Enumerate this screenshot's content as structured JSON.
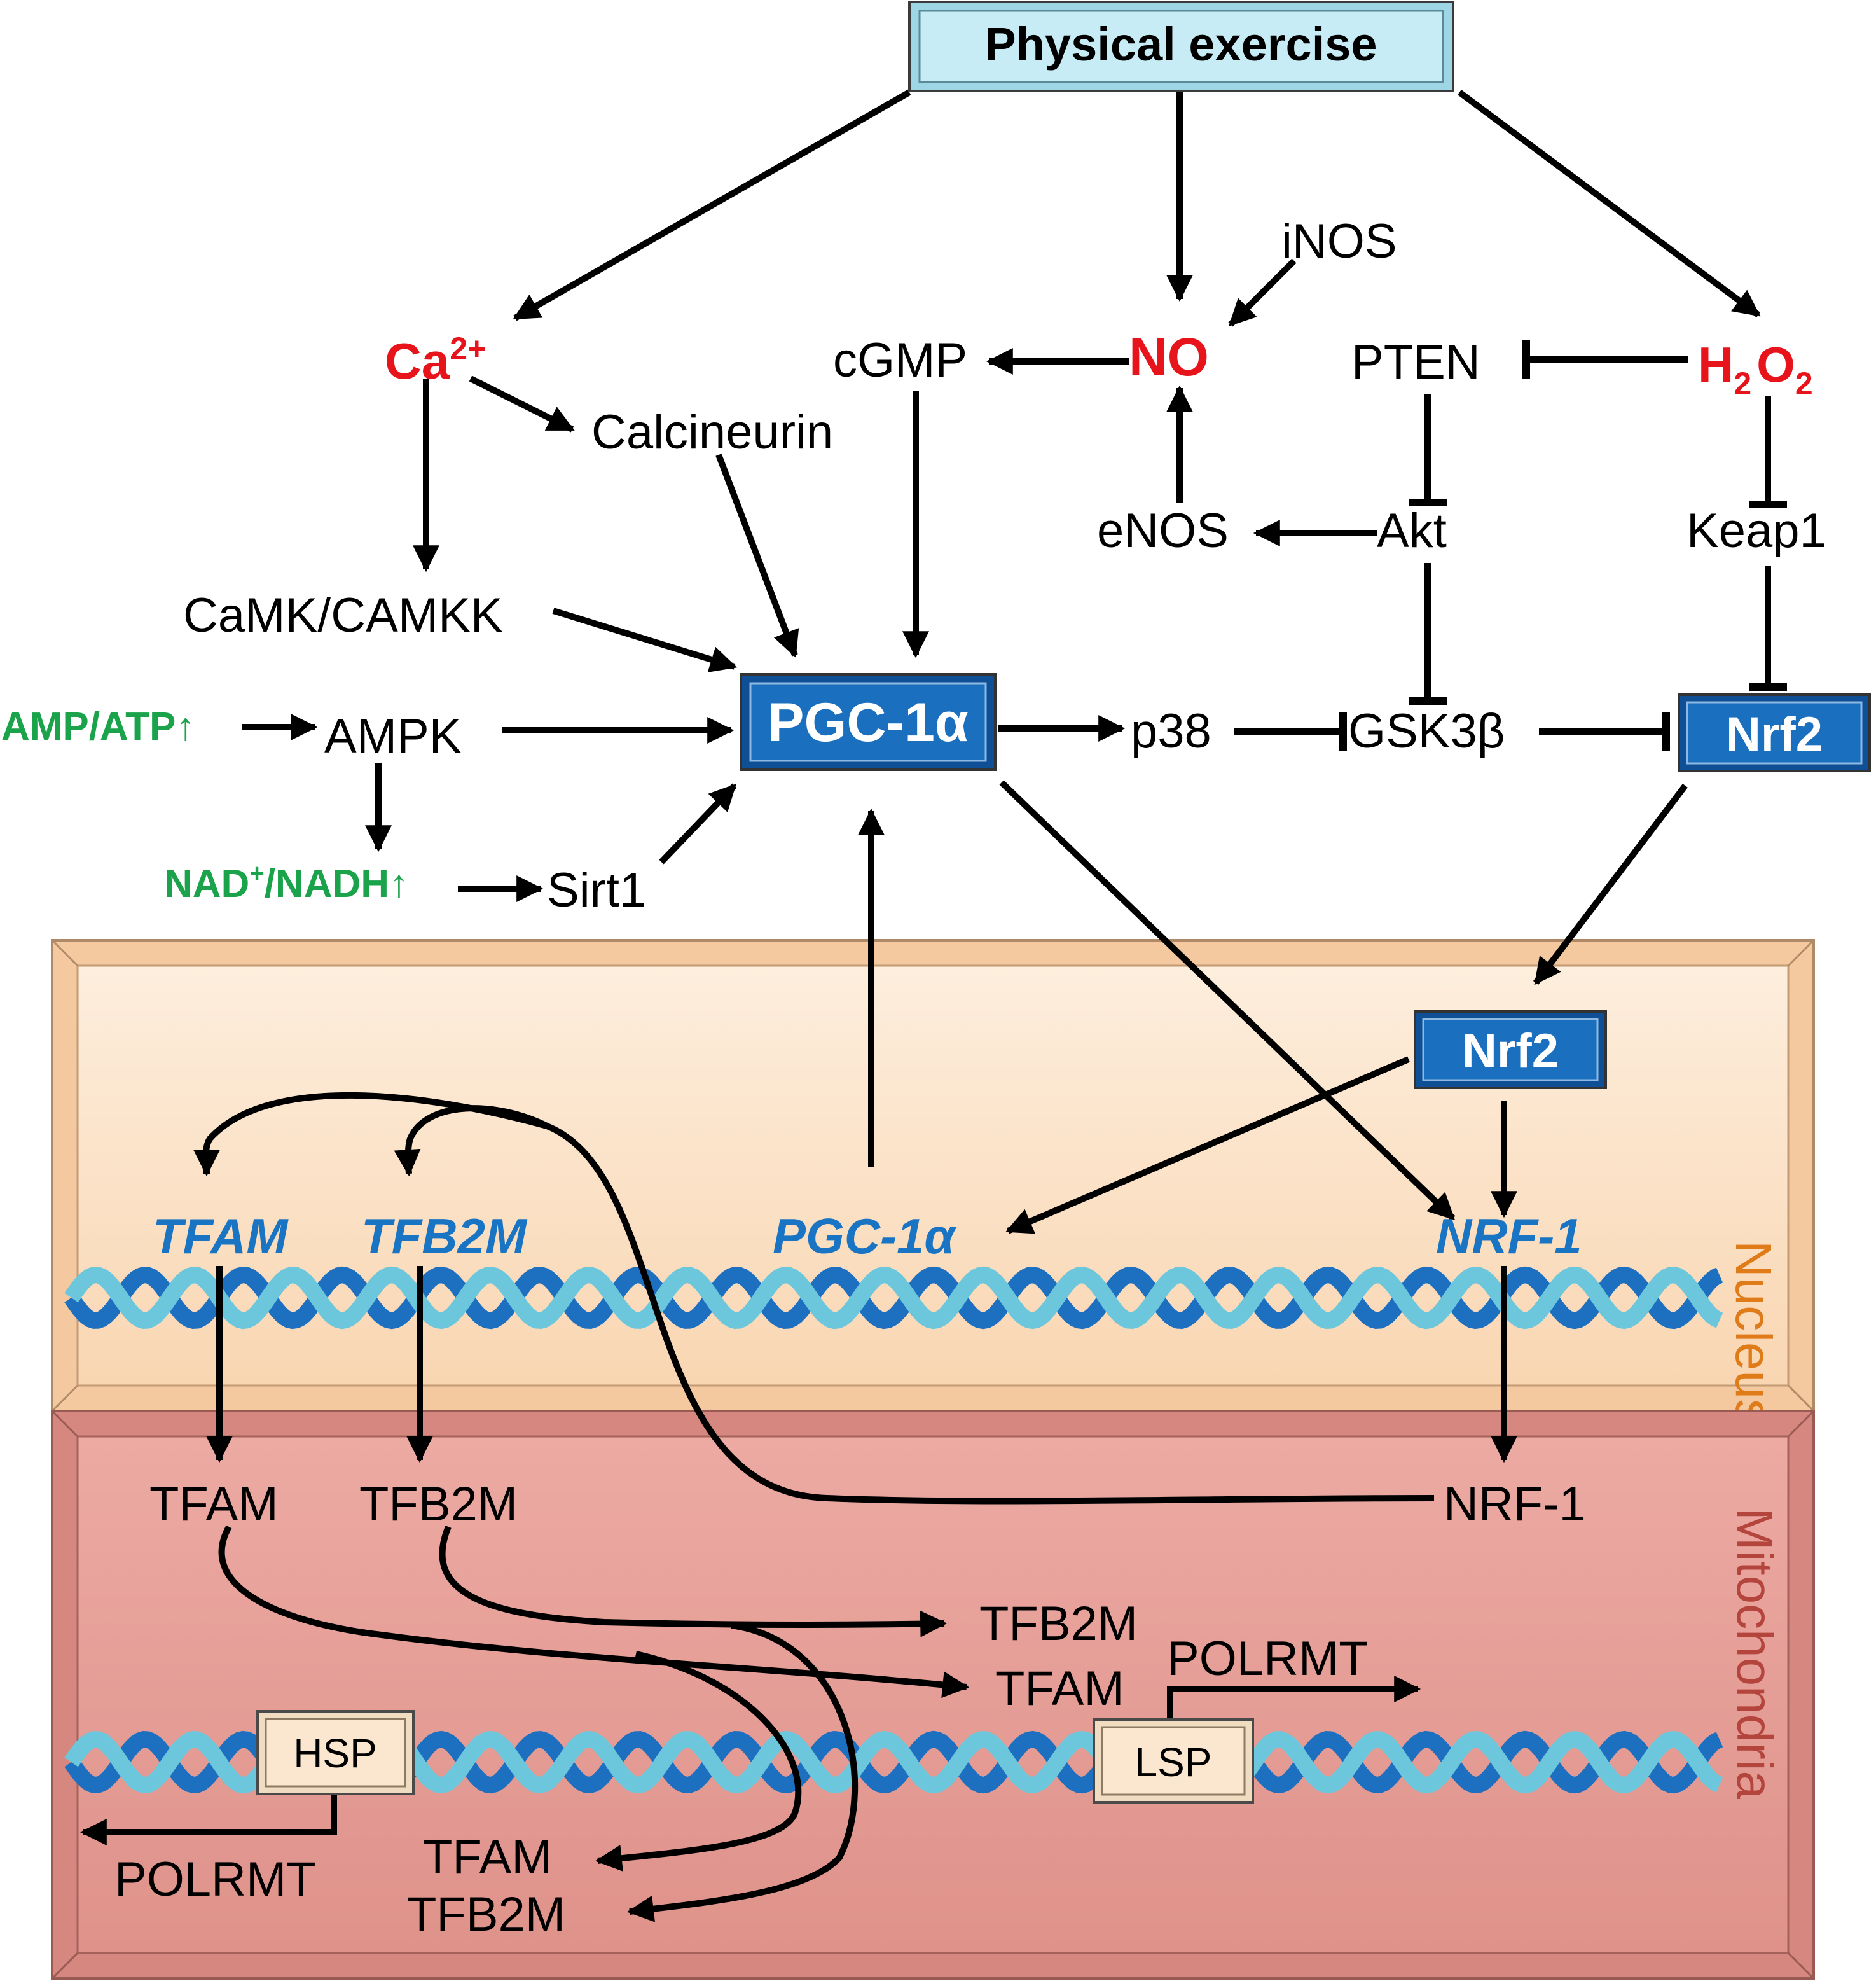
{
  "top": {
    "title": "Physical exercise"
  },
  "nodes": {
    "ca": "Ca",
    "ca_sup": "2+",
    "calcineurin": "Calcineurin",
    "camk": "CaMK/CAMKK",
    "amp_atp": "AMP/ATP↑",
    "ampk": "AMPK",
    "nad_main": "NAD",
    "nad_sup": "+",
    "nad_rest": "/NADH↑",
    "sirt1": "Sirt1",
    "cgmp": "cGMP",
    "no": "NO",
    "inos": "iNOS",
    "enos": "eNOS",
    "pten": "PTEN",
    "h2o2_h": "H",
    "h2o2_2a": "2",
    "h2o2_o": "O",
    "h2o2_2b": "2",
    "akt": "Akt",
    "keap1": "Keap1",
    "pgc1a": "PGC-1α",
    "p38": "p38",
    "gsk3b": "GSK3β",
    "nrf2_cyto": "Nrf2",
    "nrf2_nuc": "Nrf2"
  },
  "nucleus": {
    "label": "Nucleus",
    "genes": {
      "tfam": "TFAM",
      "tfb2m": "TFB2M",
      "pgc1a": "PGC-1α",
      "nrf1": "NRF-1"
    }
  },
  "mitochondria": {
    "label": "Mitochondria",
    "proteins": {
      "tfam": "TFAM",
      "tfb2m": "TFB2M",
      "nrf1": "NRF-1"
    },
    "right_tfb2m": "TFB2M",
    "right_tfam": "TFAM",
    "polrmt_right": "POLRMT",
    "lsp": "LSP",
    "hsp": "HSP",
    "polrmt_left": "POLRMT",
    "bottom_tfam": "TFAM",
    "bottom_tfb2m": "TFB2M"
  },
  "colors": {
    "exercise_box": "#c7ecf5",
    "pgc_box": "#1a6fbf",
    "nucleus_fill": "#fbe1c6",
    "mito_fill": "#e49d96",
    "nucleus_label": "#e07b1a",
    "mito_label": "#b3453c",
    "ion_red": "#e8141b",
    "ratio_green": "#1aa34a",
    "gene_blue": "#1a74c4",
    "dna_dark": "#1d6fc0",
    "dna_light": "#6cc7dc"
  }
}
